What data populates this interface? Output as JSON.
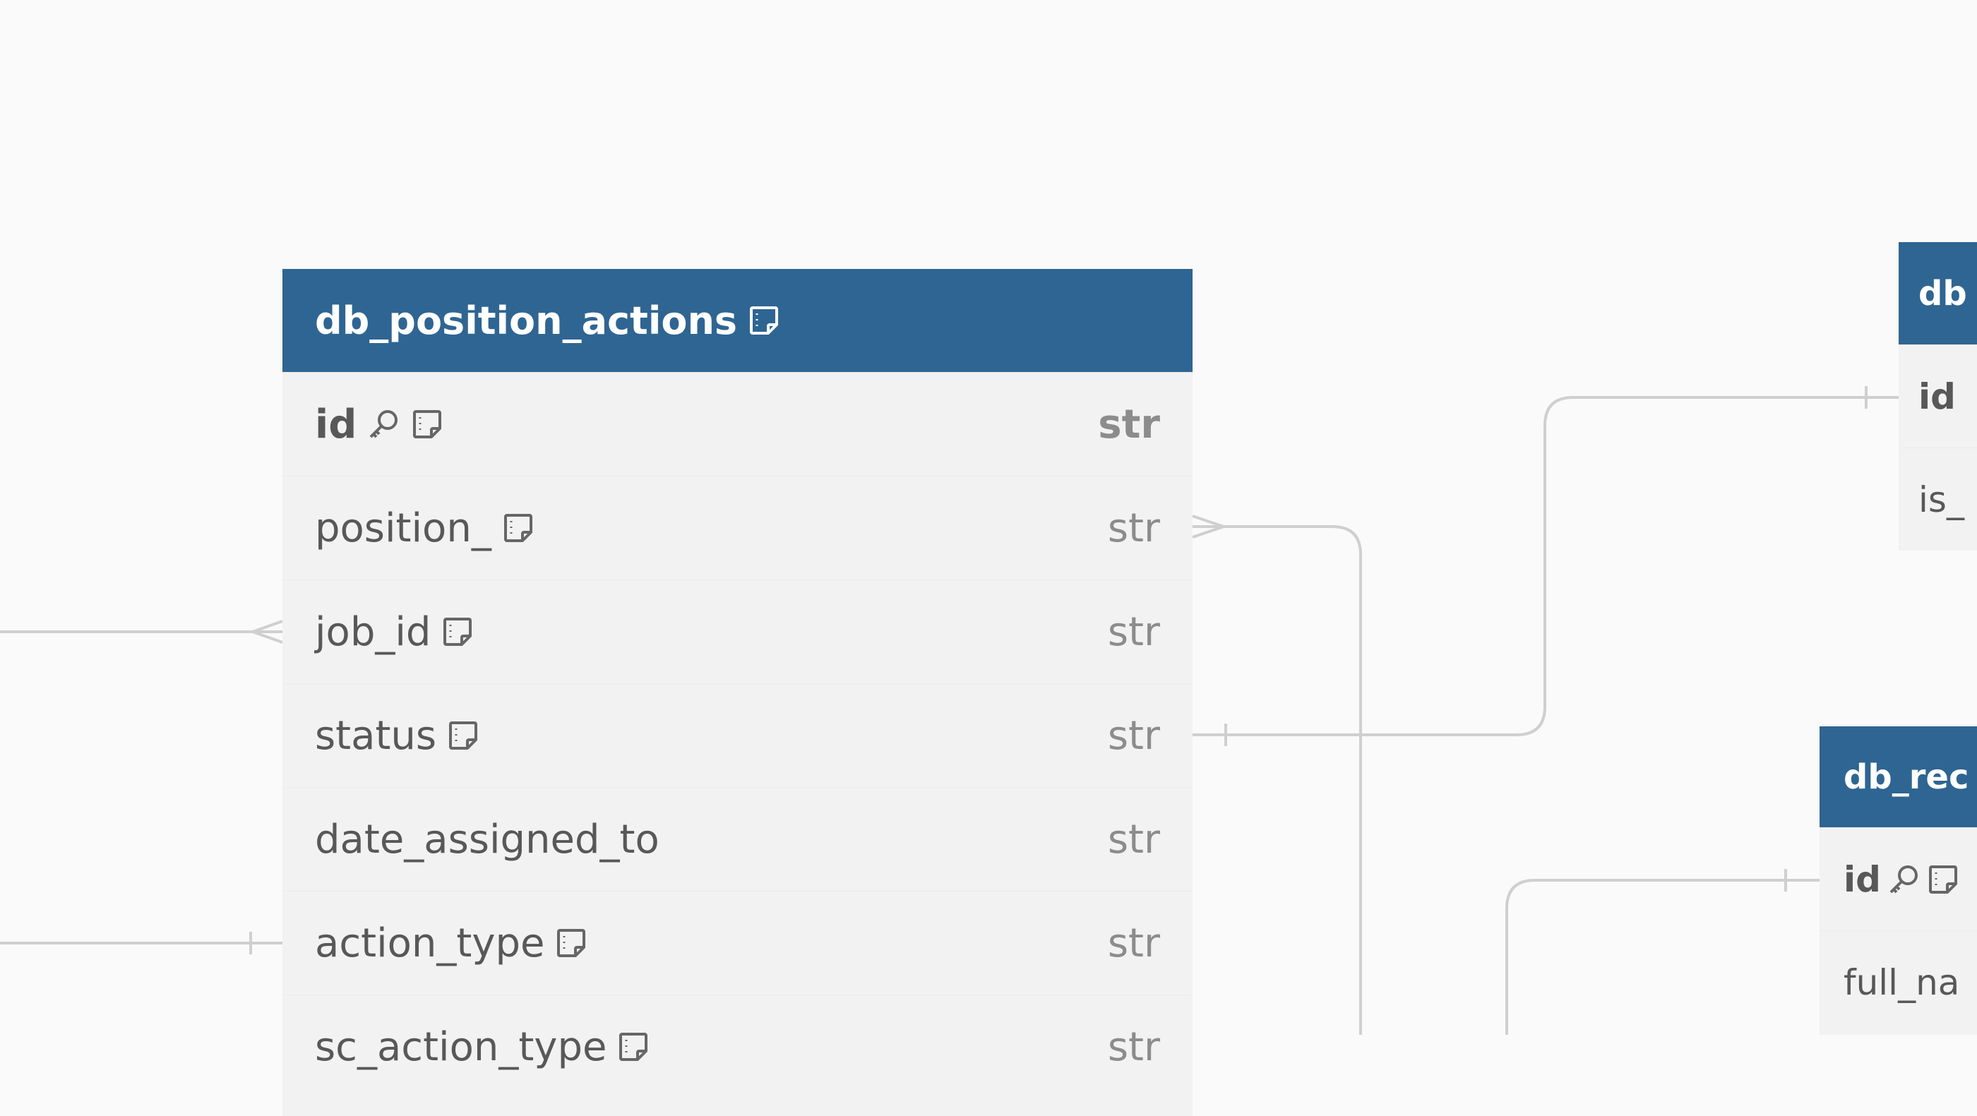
{
  "colors": {
    "header": "#2f6592",
    "row": "#f2f2f2",
    "line": "#cfcfcf",
    "background": "#fafafa"
  },
  "main_table": {
    "title": "db_position_actions",
    "columns": [
      {
        "name": "id",
        "type": "str",
        "primary_key": true,
        "note": true
      },
      {
        "name": "position_",
        "type": "str",
        "note": true
      },
      {
        "name": "job_id",
        "type": "str",
        "note": true
      },
      {
        "name": "status",
        "type": "str",
        "note": true
      },
      {
        "name": "date_assigned_to",
        "type": "str",
        "note": false
      },
      {
        "name": "action_type",
        "type": "str",
        "note": true
      },
      {
        "name": "sc_action_type",
        "type": "str",
        "note": true
      }
    ]
  },
  "table_top_right": {
    "title": "db",
    "columns": [
      {
        "name": "id"
      },
      {
        "name": "is_"
      }
    ]
  },
  "table_bottom_right": {
    "title": "db_rec",
    "columns": [
      {
        "name": "id"
      },
      {
        "name": "full_na"
      }
    ]
  }
}
